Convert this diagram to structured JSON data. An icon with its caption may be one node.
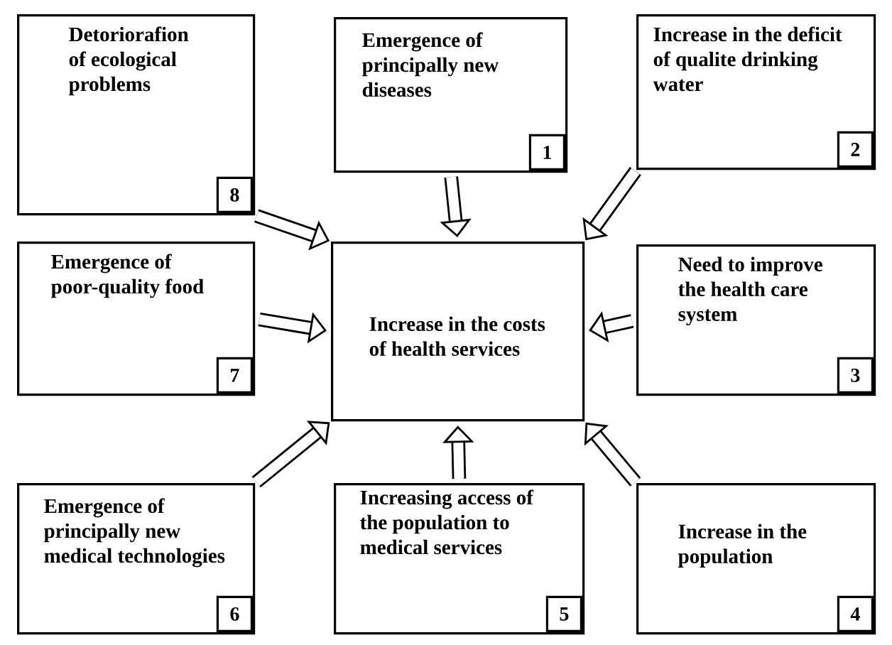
{
  "diagram": {
    "nodes": [
      {
        "text": [
          "Detoriorafion of ecological problems",
          "8"
        ]
      },
      {
        "text": [
          "Emergence of principally new diseases",
          "1"
        ]
      },
      {
        "text": [
          "Increase in the deficit of qualite drinking water",
          "2"
        ]
      },
      {
        "text": [
          "Emergence of poor-quality food",
          "7"
        ]
      },
      {
        "text": [
          "Increase in the costs of health services"
        ]
      },
      {
        "text": [
          "Need to improve the health care system",
          "3"
        ]
      },
      {
        "text": [
          "Emergence of principally new medical technologies",
          "6"
        ]
      },
      {
        "text": [
          "Increasing access of the population to medical services",
          "5"
        ]
      },
      {
        "text": [
          "Increase in the population",
          "4"
        ]
      }
    ],
    "edges": [
      {
        "from": 0,
        "to": 4,
        "arrow": "to"
      },
      {
        "from": 1,
        "to": 4,
        "arrow": "to"
      },
      {
        "from": 2,
        "to": 4,
        "arrow": "to"
      },
      {
        "from": 3,
        "to": 4,
        "arrow": "to"
      },
      {
        "from": 5,
        "to": 4,
        "arrow": "to"
      },
      {
        "from": 6,
        "to": 4,
        "arrow": "to"
      },
      {
        "from": 7,
        "to": 4,
        "arrow": "to"
      },
      {
        "from": 8,
        "to": 4,
        "arrow": "to"
      }
    ]
  }
}
